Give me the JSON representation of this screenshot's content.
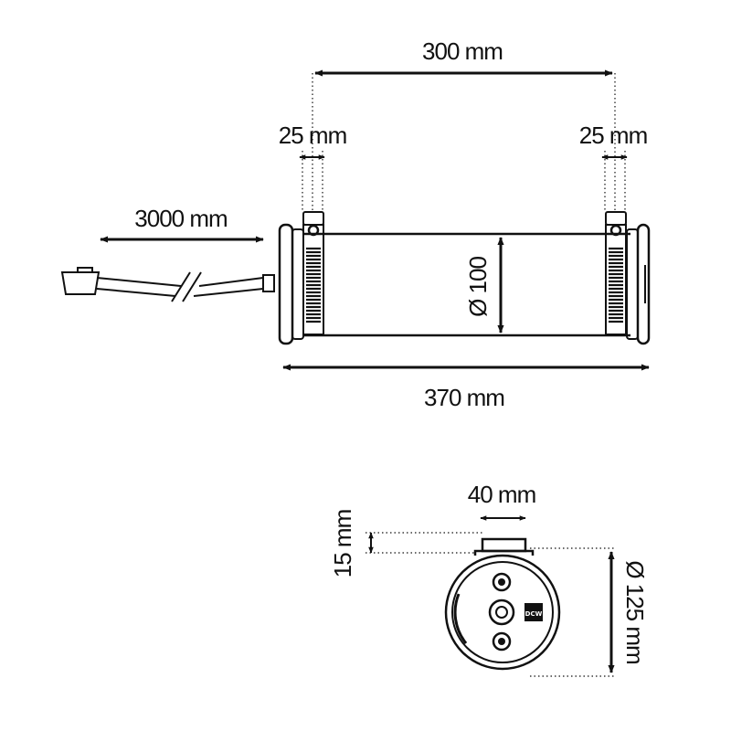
{
  "colors": {
    "ink": "#111111",
    "paper": "#ffffff"
  },
  "side_view": {
    "overall_length": "370 mm",
    "mount_spacing": "300 mm",
    "clamp_width_left": "25 mm",
    "clamp_width_right": "25 mm",
    "cable_length": "3000 mm",
    "tube_diameter": "Ø 100"
  },
  "end_view": {
    "bracket_width": "40 mm",
    "bracket_height": "15 mm",
    "cap_diameter": "Ø 125 mm",
    "logo_text": "DCW"
  }
}
